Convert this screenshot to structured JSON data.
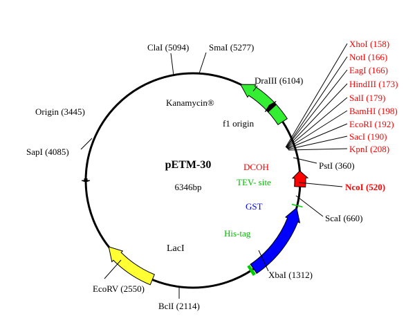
{
  "plasmid": {
    "name": "pETM-30",
    "size": "6346bp",
    "total_bp": 6346
  },
  "colors": {
    "backbone": "#000000",
    "kanamycin": "#33ee33",
    "f1_origin": "#000000",
    "dcoh": "#ff0000",
    "tev_site": "#00cc00",
    "gst": "#0000ff",
    "his_tag": "#00cc00",
    "laci": "#ffff33",
    "red_sites": "#ff0000",
    "black_sites": "#000000",
    "green_labels": "#00bb00",
    "blue_label": "#0000ff"
  },
  "features": [
    {
      "name": "Kanamycin®",
      "id": "kanamycin",
      "start": 6030,
      "end": 5495,
      "color": "kanamycin"
    },
    {
      "name": "f1 origin",
      "id": "f1-origin",
      "start": 5870,
      "end": 5830,
      "color": "f1_origin"
    },
    {
      "name": "DCOH",
      "id": "dcoh",
      "start": 330,
      "end": 180,
      "color": "dcoh"
    },
    {
      "name": "TEV- site",
      "id": "tev-site",
      "start": 515,
      "end": 505,
      "color": "tev_site"
    },
    {
      "name": "GST",
      "id": "gst",
      "start": 1250,
      "end": 530,
      "color": "gst"
    },
    {
      "name": "His-tag",
      "id": "his-tag",
      "start": 1290,
      "end": 1260,
      "color": "his_tag"
    },
    {
      "name": "LacI",
      "id": "laci",
      "start": 2250,
      "end": 2770,
      "color": "laci"
    },
    {
      "name": "Origin (3445)",
      "id": "origin",
      "start": 3460,
      "end": 3430,
      "color": "backbone"
    }
  ],
  "sites": {
    "fan": [
      {
        "label": "XhoI (158)",
        "id": "xhoi"
      },
      {
        "label": "NotI (166)",
        "id": "noti"
      },
      {
        "label": "EagI (166)",
        "id": "eagi"
      },
      {
        "label": "HindIII (173)",
        "id": "hindiii"
      },
      {
        "label": "SalI (179)",
        "id": "sali"
      },
      {
        "label": "BamHI (198)",
        "id": "bamhi"
      },
      {
        "label": "EcoRI (192)",
        "id": "ecori"
      },
      {
        "label": "SacI (190)",
        "id": "saci"
      },
      {
        "label": "KpnI (208)",
        "id": "kpni"
      }
    ],
    "other": [
      {
        "label": "PstI (360)",
        "id": "psti"
      },
      {
        "label": "NcoI (520)",
        "id": "ncoi"
      },
      {
        "label": "ScaI (660)",
        "id": "scai"
      },
      {
        "label": "XbaI (1312)",
        "id": "xbai"
      },
      {
        "label": "BclI (2114)",
        "id": "bcli"
      },
      {
        "label": "EcoRV (2550)",
        "id": "ecorv"
      },
      {
        "label": "SapI (4085)",
        "id": "sapi"
      },
      {
        "label": "ClaI (5094)",
        "id": "clai"
      },
      {
        "label": "SmaI (5277)",
        "id": "smai"
      },
      {
        "label": "DraIII (6104)",
        "id": "draiii"
      }
    ]
  }
}
